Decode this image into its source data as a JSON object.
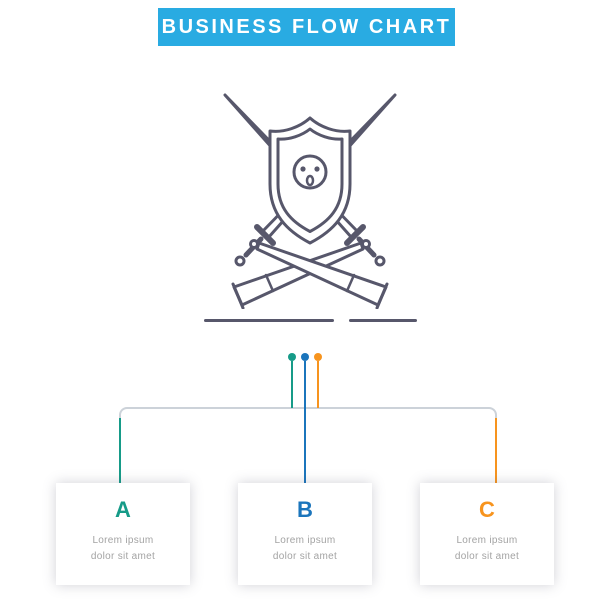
{
  "banner": {
    "title": "BUSINESS FLOW CHART",
    "bg_color": "#29abe2",
    "text_color": "#ffffff"
  },
  "emblem": {
    "name": "shield-with-skull-crossed-swords-and-horns",
    "stroke_color": "#57576b"
  },
  "connectors": {
    "line_color": "#ccd2d9",
    "dots": [
      {
        "name": "dot-a",
        "color": "#169b88"
      },
      {
        "name": "dot-b",
        "color": "#1b75bc"
      },
      {
        "name": "dot-c",
        "color": "#f7941e"
      }
    ]
  },
  "steps": [
    {
      "label": "A",
      "color": "#169b88",
      "line1": "Lorem ipsum",
      "line2": "dolor sit amet"
    },
    {
      "label": "B",
      "color": "#1b75bc",
      "line1": "Lorem ipsum",
      "line2": "dolor sit amet"
    },
    {
      "label": "C",
      "color": "#f7941e",
      "line1": "Lorem ipsum",
      "line2": "dolor sit amet"
    }
  ]
}
